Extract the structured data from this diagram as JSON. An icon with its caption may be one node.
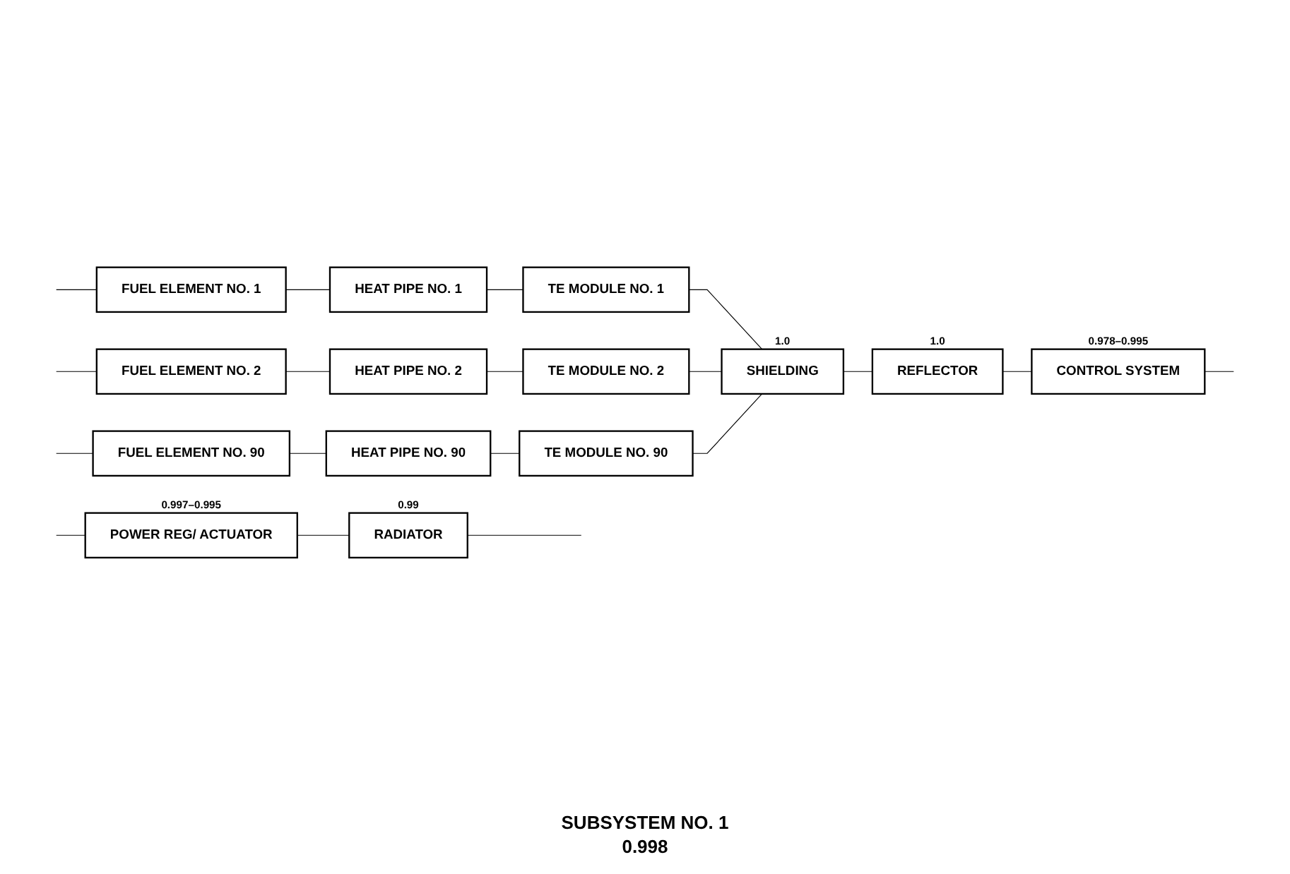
{
  "diagram": {
    "nodes": [
      {
        "text": [
          "FUEL ELEMENT NO. 1"
        ]
      },
      {
        "text": [
          "HEAT PIPE NO. 1"
        ]
      },
      {
        "text": [
          "TE MODULE NO. 1"
        ]
      },
      {
        "text": [
          "FUEL ELEMENT NO. 2"
        ]
      },
      {
        "text": [
          "HEAT PIPE NO. 2"
        ]
      },
      {
        "text": [
          "TE MODULE NO. 2"
        ]
      },
      {
        "text": [
          "FUEL ELEMENT NO. 90"
        ]
      },
      {
        "text": [
          "HEAT PIPE NO. 90"
        ]
      },
      {
        "text": [
          "TE MODULE NO. 90"
        ]
      },
      {
        "text": [
          "SHIELDING"
        ],
        "beside": [
          "1.0"
        ]
      },
      {
        "text": [
          "REFLECTOR"
        ],
        "beside": [
          "1.0"
        ]
      },
      {
        "text": [
          "CONTROL SYSTEM"
        ],
        "beside": [
          "0.978–0.995"
        ]
      },
      {
        "text": [
          "RADIATOR"
        ],
        "beside": [
          "0.99"
        ]
      },
      {
        "text": [
          "POWER REG/ ACTUATOR"
        ],
        "beside": [
          "0.997–0.995"
        ]
      }
    ],
    "edges": [
      {
        "from": null,
        "to": 0,
        "arrow": "none"
      },
      {
        "from": null,
        "to": 3,
        "arrow": "none"
      },
      {
        "from": null,
        "to": 6,
        "arrow": "none"
      },
      {
        "from": 0,
        "to": 1,
        "arrow": "none"
      },
      {
        "from": 1,
        "to": 2,
        "arrow": "none"
      },
      {
        "from": 3,
        "to": 4,
        "arrow": "none"
      },
      {
        "from": 4,
        "to": 5,
        "arrow": "none"
      },
      {
        "from": 6,
        "to": 7,
        "arrow": "none"
      },
      {
        "from": 7,
        "to": 8,
        "arrow": "none"
      },
      {
        "from": 2,
        "to": 9,
        "arrow": "none"
      },
      {
        "from": 5,
        "to": 9,
        "arrow": "none"
      },
      {
        "from": 8,
        "to": 9,
        "arrow": "none"
      },
      {
        "from": 9,
        "to": 10,
        "arrow": "none"
      },
      {
        "from": 10,
        "to": 11,
        "arrow": "none"
      },
      {
        "from": 11,
        "to": null,
        "arrow": "none"
      },
      {
        "from": null,
        "to": 13,
        "arrow": "none"
      },
      {
        "from": 13,
        "to": 12,
        "arrow": "none"
      },
      {
        "from": 12,
        "to": null,
        "arrow": "none"
      }
    ],
    "labels": [
      "SUBSYSTEM NO. 1",
      "0.998"
    ]
  }
}
